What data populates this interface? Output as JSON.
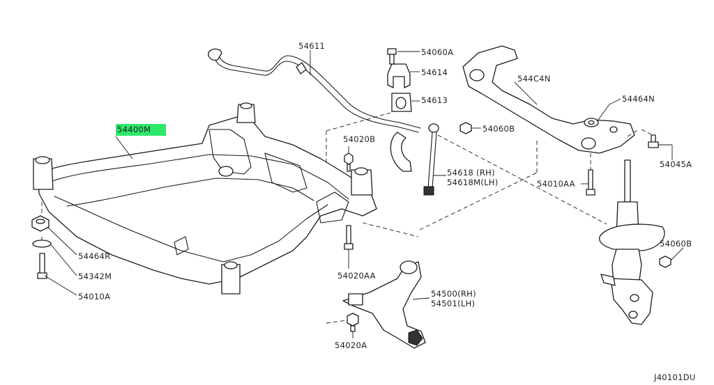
{
  "colors": {
    "highlight": "#2ee86a",
    "line": "#1a1a1a",
    "background": "#ffffff"
  },
  "labels": {
    "p54611": "54611",
    "p54060A": "54060A",
    "p54614": "54614",
    "p54613": "54613",
    "p544C4N": "544C4N",
    "p54464N": "54464N",
    "p54400M": "54400M",
    "p54020B": "54020B",
    "p54060B_top": "54060B",
    "p54618": "54618 (RH)",
    "p54618M": "54618M(LH)",
    "p54045A": "54045A",
    "p54010AA": "54010AA",
    "p54060B_right": "54060B",
    "p54464R": "54464R",
    "p54342M": "54342M",
    "p54010A": "54010A",
    "p54020AA": "54020AA",
    "p54500": "54500(RH)",
    "p54501": "54501(LH)",
    "p54020A": "54020A",
    "code": "J40101DU"
  }
}
